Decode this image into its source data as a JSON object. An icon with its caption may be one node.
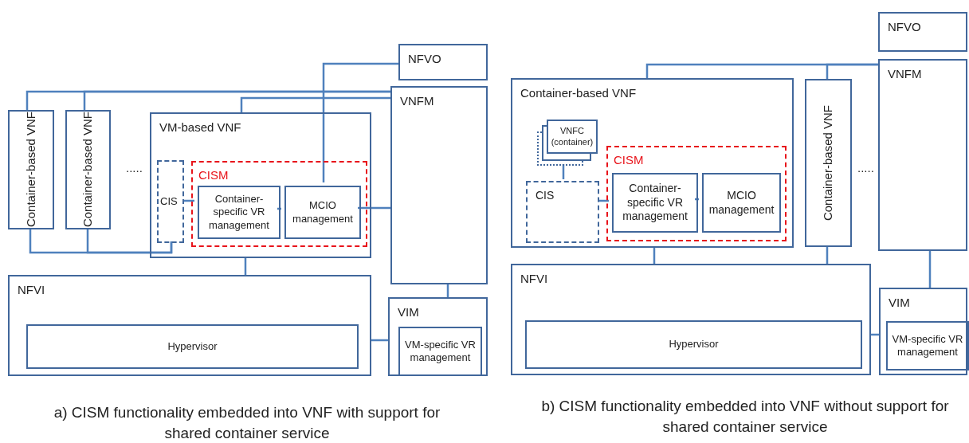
{
  "diagram": {
    "nodes": [
      {
        "text": [
          "Container-based VNF"
        ]
      },
      {
        "text": [
          "Container-based VNF"
        ]
      },
      {
        "text": [
          "VM-based VNF"
        ]
      },
      {
        "text": [
          "CIS"
        ],
        "in": 2
      },
      {
        "text": [
          "CISM"
        ],
        "in": 2
      },
      {
        "text": [
          "Container-specific VR management"
        ],
        "in": 4
      },
      {
        "text": [
          "MCIO management"
        ],
        "in": 4
      },
      {
        "text": [
          "NFVO"
        ]
      },
      {
        "text": [
          "VNFM"
        ]
      },
      {
        "text": [
          "NFVI"
        ]
      },
      {
        "text": [
          "Hypervisor"
        ],
        "in": 9
      },
      {
        "text": [
          "VIM"
        ]
      },
      {
        "text": [
          "VM-specific VR management"
        ],
        "in": 11
      },
      {
        "text": [
          "NFVO"
        ]
      },
      {
        "text": [
          "VNFM"
        ]
      },
      {
        "text": [
          "Container-based VNF"
        ]
      },
      {
        "text": [
          "VNFC (container)"
        ],
        "in": 15
      },
      {
        "text": [
          "CIS"
        ],
        "in": 15
      },
      {
        "text": [
          "CISM"
        ],
        "in": 15
      },
      {
        "text": [
          "Container-specific VR management"
        ],
        "in": 18
      },
      {
        "text": [
          "MCIO management"
        ],
        "in": 18
      },
      {
        "text": [
          "Container-based VNF"
        ]
      },
      {
        "text": [
          "NFVI"
        ]
      },
      {
        "text": [
          "Hypervisor"
        ],
        "in": 22
      },
      {
        "text": [
          "VIM"
        ]
      },
      {
        "text": [
          "VM-specific VR management"
        ],
        "in": 24
      }
    ],
    "edges": [
      {
        "from": 8,
        "to": 0,
        "arrow": "none"
      },
      {
        "from": 8,
        "to": 1,
        "arrow": "none"
      },
      {
        "from": 8,
        "to": 2,
        "arrow": "none"
      },
      {
        "from": 7,
        "to": 6,
        "arrow": "none"
      },
      {
        "from": 6,
        "to": 8,
        "arrow": "none"
      },
      {
        "from": 3,
        "to": 5,
        "arrow": "none"
      },
      {
        "from": 5,
        "to": 6,
        "arrow": "none"
      },
      {
        "from": 0,
        "to": 3,
        "arrow": "none"
      },
      {
        "from": 1,
        "to": 3,
        "arrow": "none"
      },
      {
        "from": 2,
        "to": 9,
        "arrow": "none"
      },
      {
        "from": 8,
        "to": 11,
        "arrow": "none"
      },
      {
        "from": 9,
        "to": 11,
        "arrow": "none"
      },
      {
        "from": 14,
        "to": 15,
        "arrow": "none"
      },
      {
        "from": 14,
        "to": 21,
        "arrow": "none"
      },
      {
        "from": 16,
        "to": 17,
        "arrow": "none"
      },
      {
        "from": 17,
        "to": 19,
        "arrow": "none"
      },
      {
        "from": 19,
        "to": 20,
        "arrow": "none"
      },
      {
        "from": 15,
        "to": 22,
        "arrow": "none"
      },
      {
        "from": 21,
        "to": 22,
        "arrow": "none"
      },
      {
        "from": 14,
        "to": 24,
        "arrow": "none"
      },
      {
        "from": 22,
        "to": 24,
        "arrow": "none"
      }
    ],
    "labels": [
      ".....",
      ".....",
      "a) CISM functionality embedded into VNF with support for shared container service",
      "b) CISM functionality embedded into VNF without support for shared container service"
    ]
  }
}
